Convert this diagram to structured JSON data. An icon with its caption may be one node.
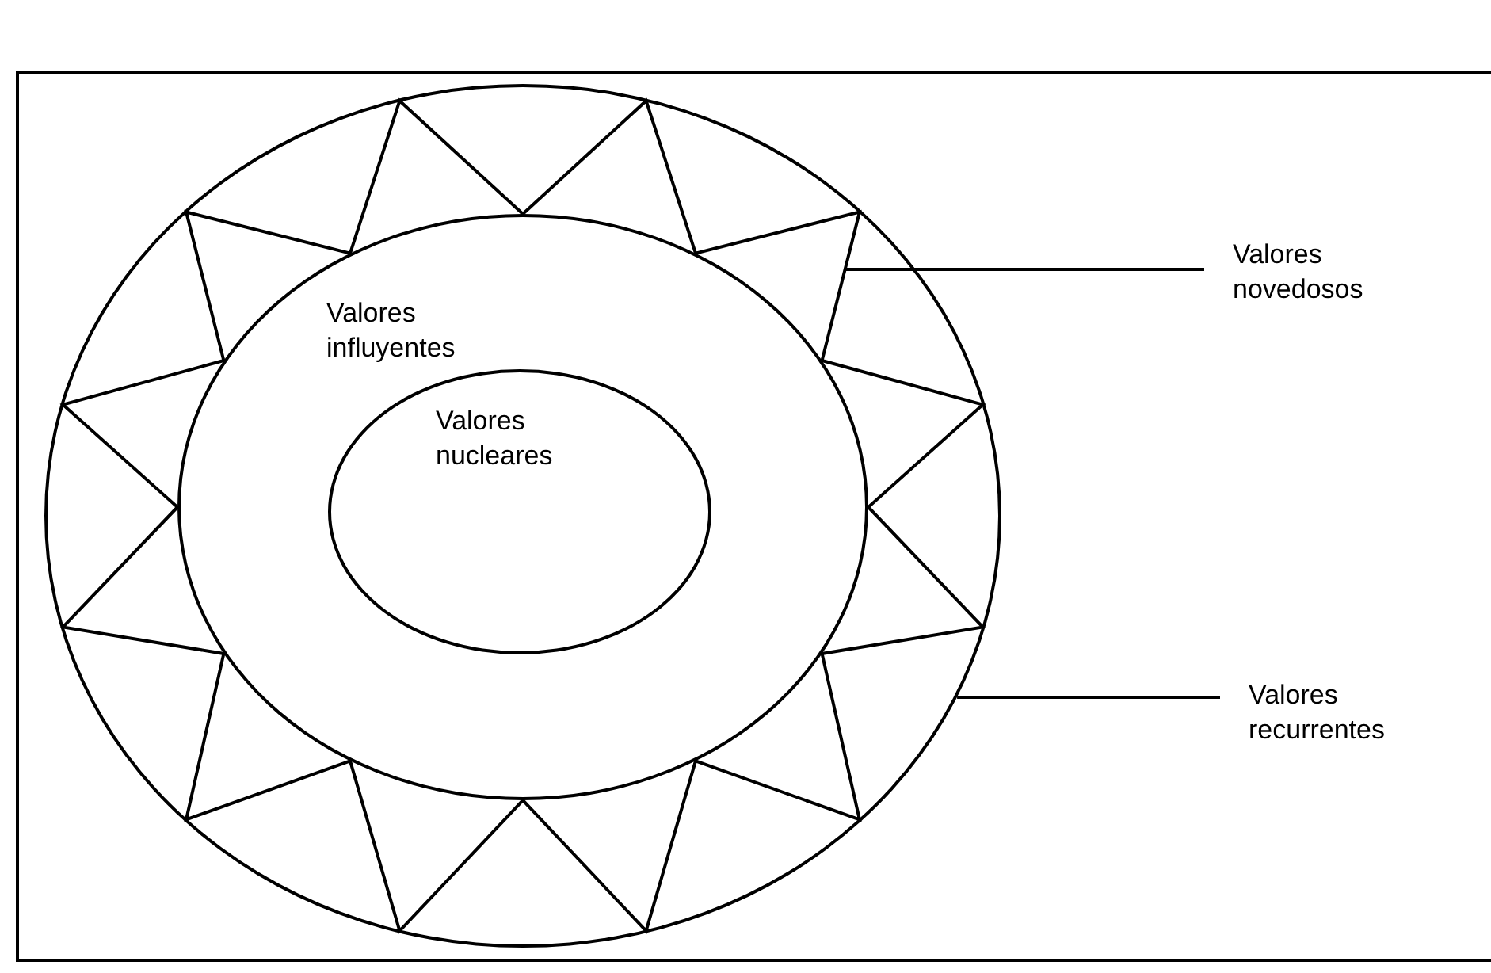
{
  "diagram": {
    "nodes": [
      {
        "text": [],
        "shape": "circle"
      },
      {
        "text": [
          "Valores influyentes"
        ],
        "in": 0
      },
      {
        "text": [
          "Valores nucleares"
        ],
        "in": 1
      },
      {
        "text": [
          "Valores novedosos"
        ]
      },
      {
        "text": [
          "Valores recurrentes"
        ]
      }
    ],
    "edges": [
      {
        "from": 3,
        "to": null,
        "arrow": "none"
      },
      {
        "from": 4,
        "to": 0,
        "arrow": "none"
      }
    ]
  }
}
